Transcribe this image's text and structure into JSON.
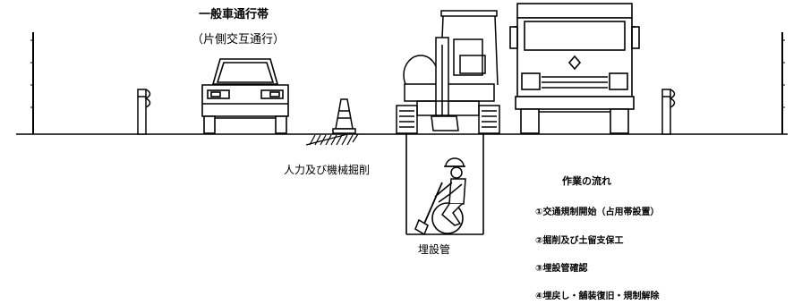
{
  "diagram": {
    "title": "一般車通行帯",
    "subtitle": "（片側交互通行）",
    "excavation_label": "人力及び機械掘削",
    "pipe_label": "埋設管",
    "workflow": {
      "title": "作業の流れ",
      "steps": [
        "①交通規制開始（占用帯設置）",
        "②掘削及び土留支保工",
        "③埋設管確認",
        "④埋戻し・舗装復旧・規制解除"
      ]
    }
  },
  "colors": {
    "line": "#000000",
    "background": "#ffffff"
  }
}
